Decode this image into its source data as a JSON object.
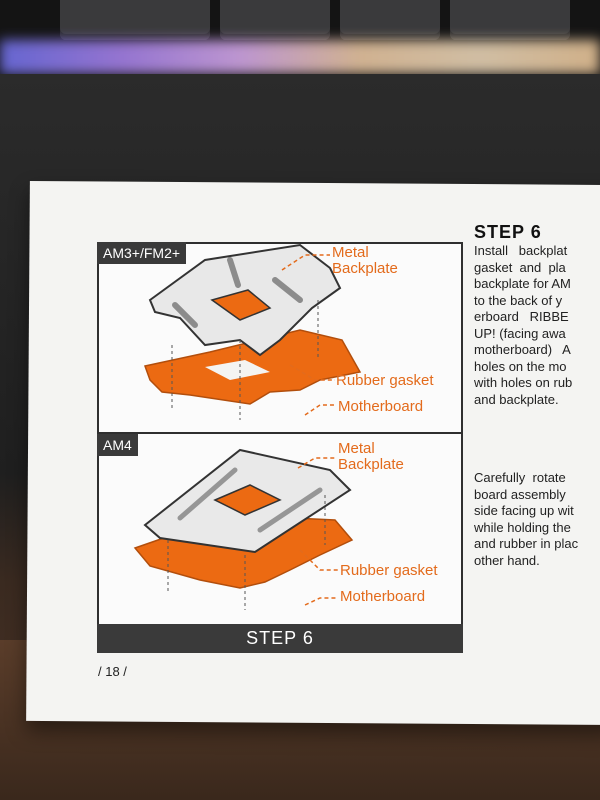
{
  "diagram": {
    "top_tag": "AM3+/FM2+",
    "bottom_tag": "AM4",
    "footer": "STEP 6",
    "labels": {
      "top_metal_backplate": "Metal\nBackplate",
      "top_rubber_gasket": "Rubber gasket",
      "top_motherboard": "Motherboard",
      "bottom_metal_backplate": "Metal\nBackplate",
      "bottom_rubber_gasket": "Rubber gasket",
      "bottom_motherboard": "Motherboard"
    }
  },
  "text": {
    "title": "STEP 6",
    "paragraph1": "Install   backplat\ngasket  and  pla\nbackplate for AM\nto the back of y\nerboard   RIBBE\nUP! (facing awa\nmotherboard)   A\nholes on the mo\nwith holes on rub\nand backplate.",
    "paragraph2": "Carefully  rotate\nboard assembly\nside facing up wit\nwhile holding the\nand rubber in plac\nother hand."
  },
  "page_number": "/ 18 /",
  "colors": {
    "accent": "#e36b1c",
    "dark": "#3a3a3a"
  }
}
